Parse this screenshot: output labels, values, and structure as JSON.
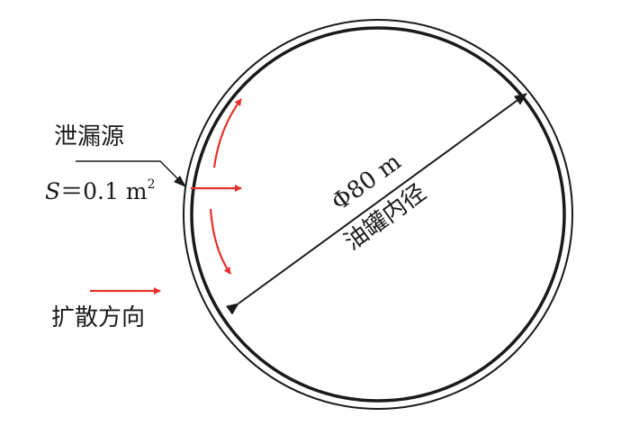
{
  "labels": {
    "leak_source": "泄漏源",
    "leak_area_symbol": "S",
    "leak_area_value": "＝0.1 m",
    "leak_area_exponent": "2",
    "diameter_value": "Φ80 m",
    "diameter_caption": "油罐内径",
    "legend_text": "扩散方向"
  },
  "colors": {
    "tank_line": "#1a1a1a",
    "arrow_red": "#e8302a",
    "leader_line": "#1a1a1a"
  }
}
